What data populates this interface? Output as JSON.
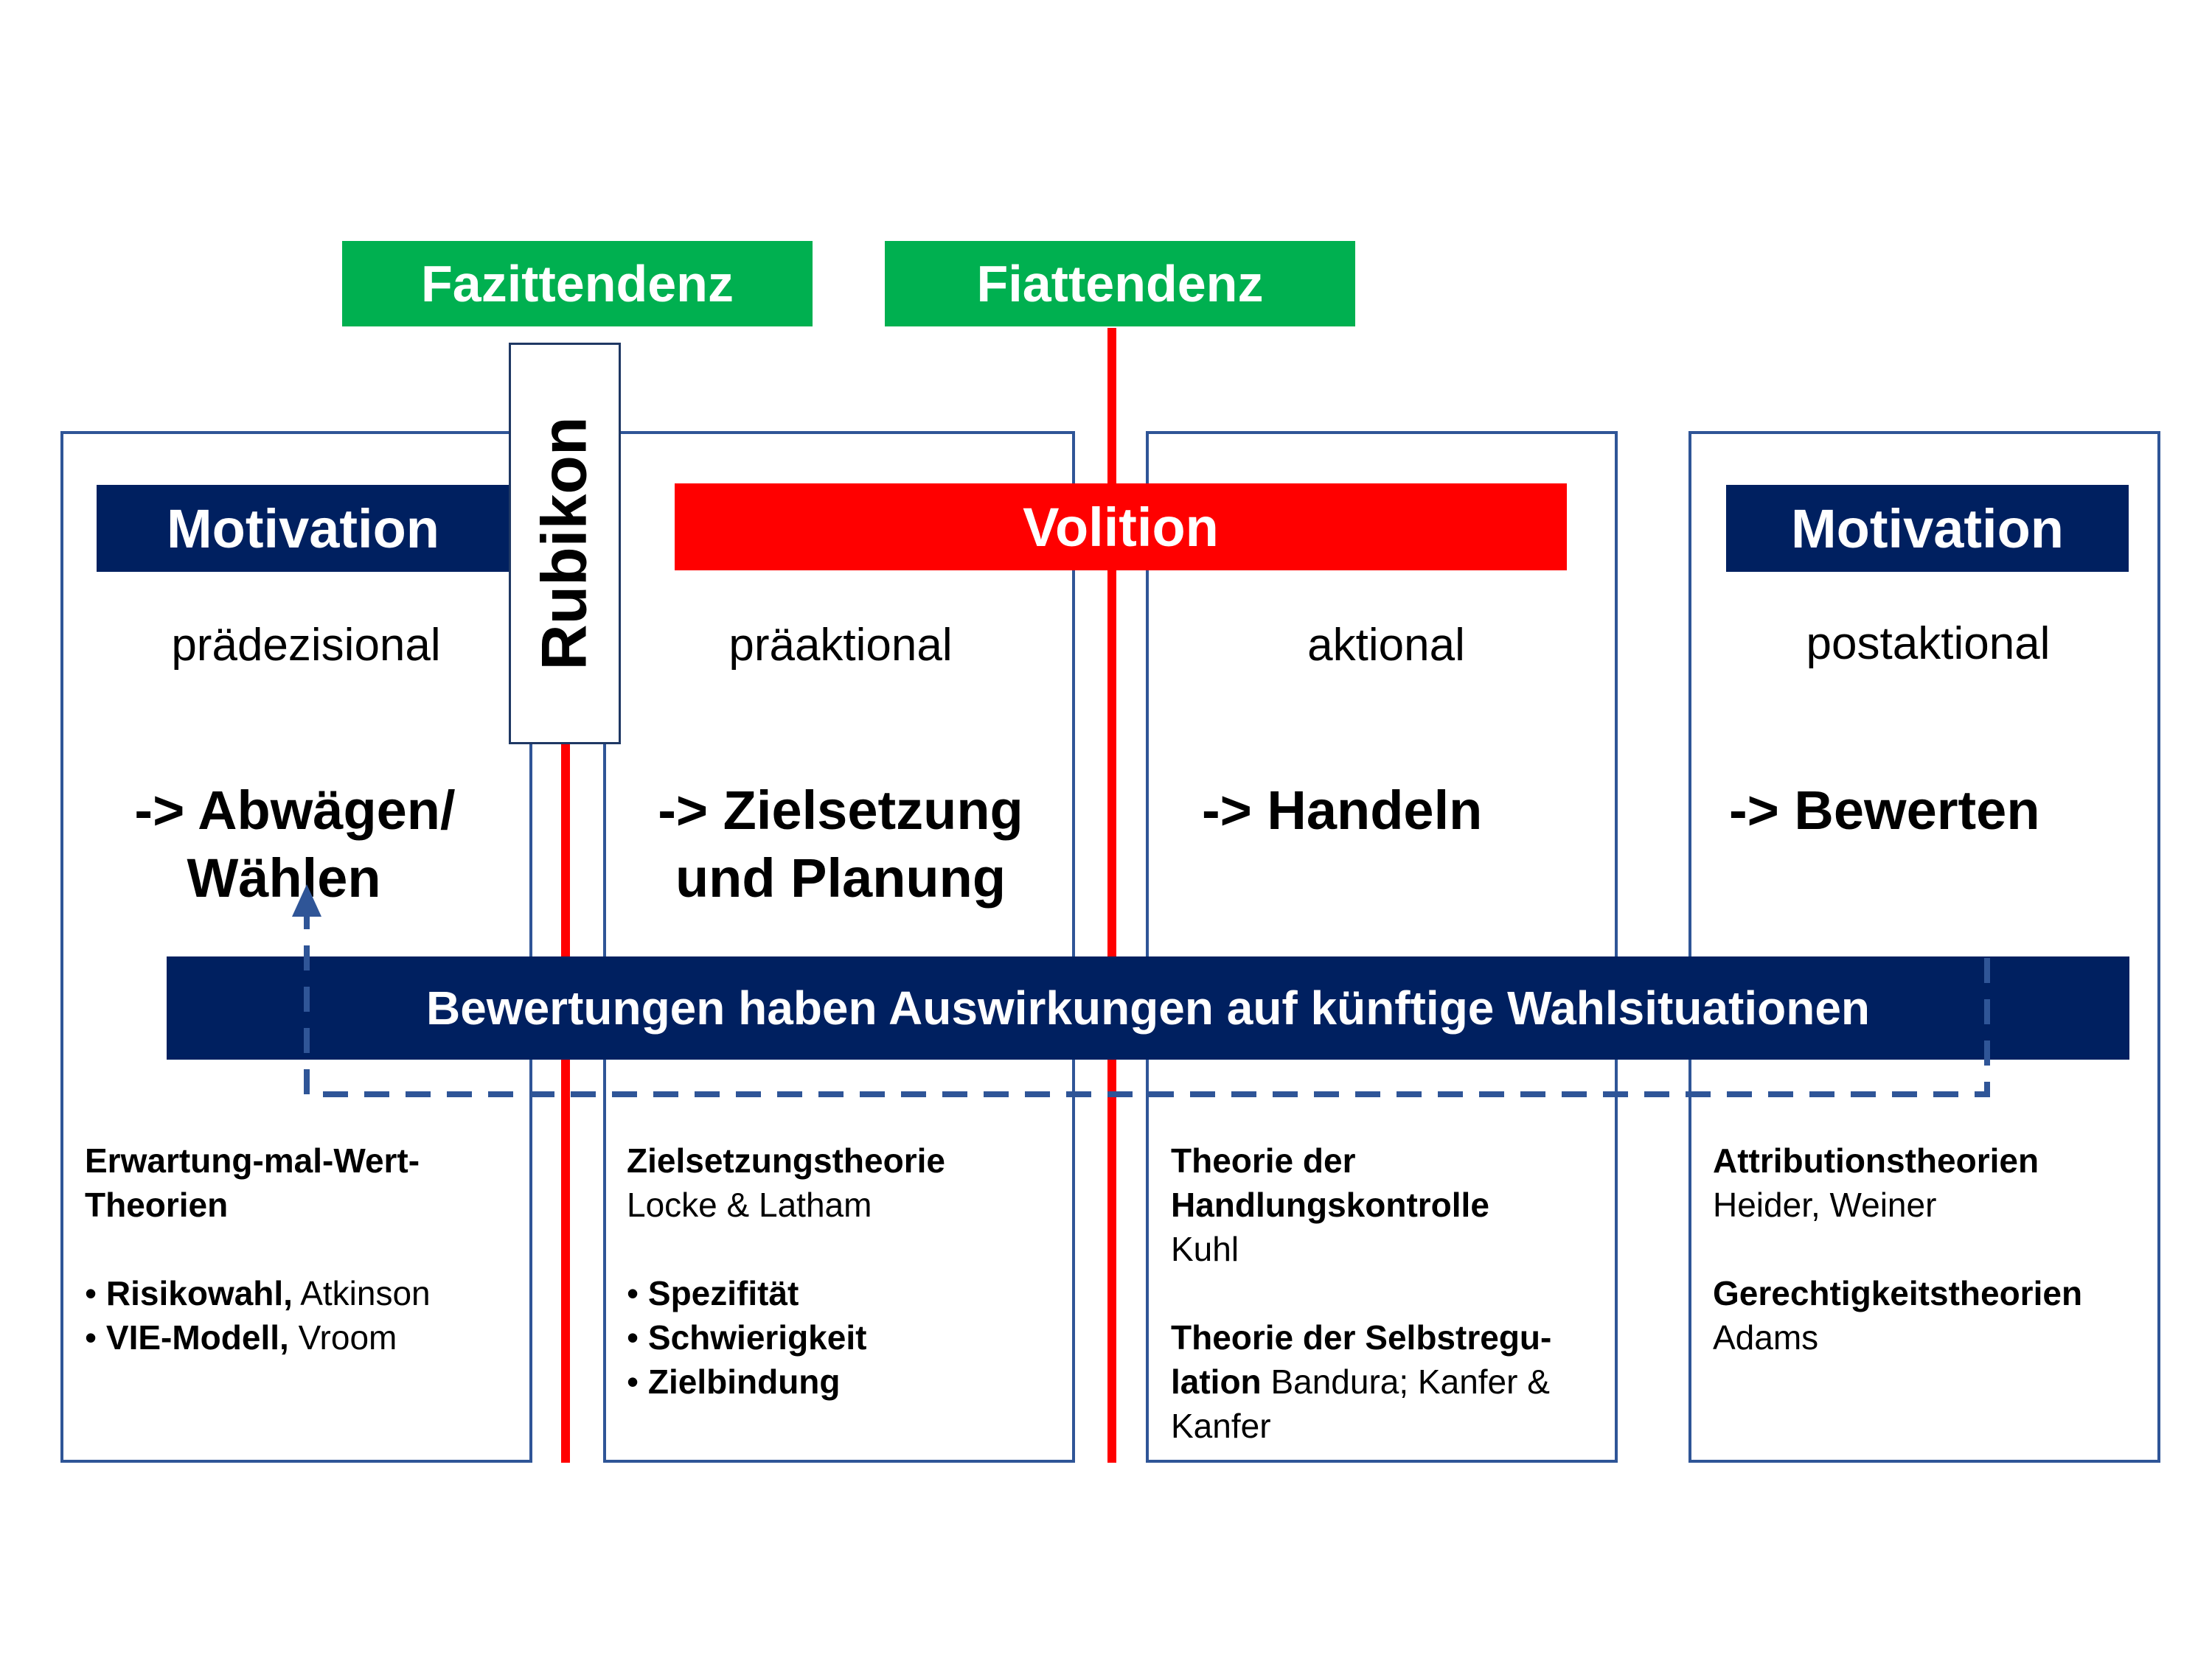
{
  "top_labels": {
    "fazit": "Fazittendenz",
    "fiat": "Fiattendenz",
    "rubikon": "Rubikon"
  },
  "headers": {
    "motivation_left": "Motivation",
    "volition": "Volition",
    "motivation_right": "Motivation"
  },
  "phases": {
    "p1": "prädezisional",
    "p2": "präaktional",
    "p3": "aktional",
    "p4": "postaktional"
  },
  "actions": {
    "a1_line1": "-> Abwägen/",
    "a1_line2": "Wählen",
    "a2_line1": "-> Zielsetzung",
    "a2_line2": "und Planung",
    "a3": "-> Handeln",
    "a4": "-> Bewerten"
  },
  "feedback_bar": "Bewertungen haben Auswirkungen auf künftige Wahlsituationen",
  "theories": {
    "col1": {
      "title_line1": "Erwartung-mal-Wert-",
      "title_line2": "Theorien",
      "b1_bold": "Risikowahl,",
      "b1_rest": " Atkinson",
      "b2_bold": "VIE-Modell,",
      "b2_rest": " Vroom"
    },
    "col2": {
      "title": "Zielsetzungstheorie",
      "authors": "Locke & Latham",
      "b1": "Spezifität",
      "b2": "Schwierigkeit",
      "b3": "Zielbindung"
    },
    "col3": {
      "t1_line1": "Theorie der",
      "t1_line2": "Handlungskontrolle",
      "t1_author": "Kuhl",
      "t2_line1": "Theorie der Selbstregu-",
      "t2_line2_bold": "lation",
      "t2_line2_rest": " Bandura; Kanfer &",
      "t2_line3": "Kanfer"
    },
    "col4": {
      "t1": "Attributionstheorien",
      "t1_authors": "Heider, Weiner",
      "t2": "Gerechtigkeitstheorien",
      "t2_authors": "Adams"
    }
  },
  "bullet": "•",
  "colors": {
    "navy": "#002060",
    "green": "#00b050",
    "red": "#ff0000",
    "box_border": "#2f5597",
    "dashed_arrow": "#2f5597"
  }
}
